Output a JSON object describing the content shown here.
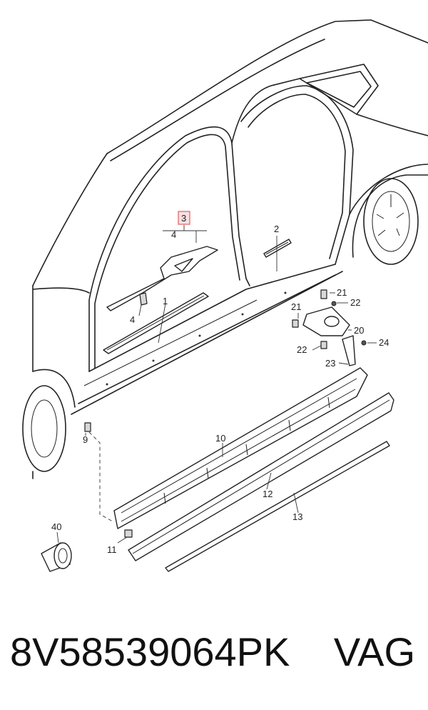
{
  "callouts": {
    "c1": "1",
    "c2": "2",
    "c3": "3",
    "c4a": "4",
    "c4b": "4",
    "c9": "9",
    "c10": "10",
    "c11": "11",
    "c12": "12",
    "c13": "13",
    "c20": "20",
    "c21a": "21",
    "c21b": "21",
    "c22a": "22",
    "c22b": "22",
    "c23": "23",
    "c24": "24",
    "c40": "40"
  },
  "caption": {
    "part_number": "8V58539064PK",
    "brand": "VAG"
  },
  "colors": {
    "highlight_box": "#e06060",
    "line": "#222222"
  }
}
